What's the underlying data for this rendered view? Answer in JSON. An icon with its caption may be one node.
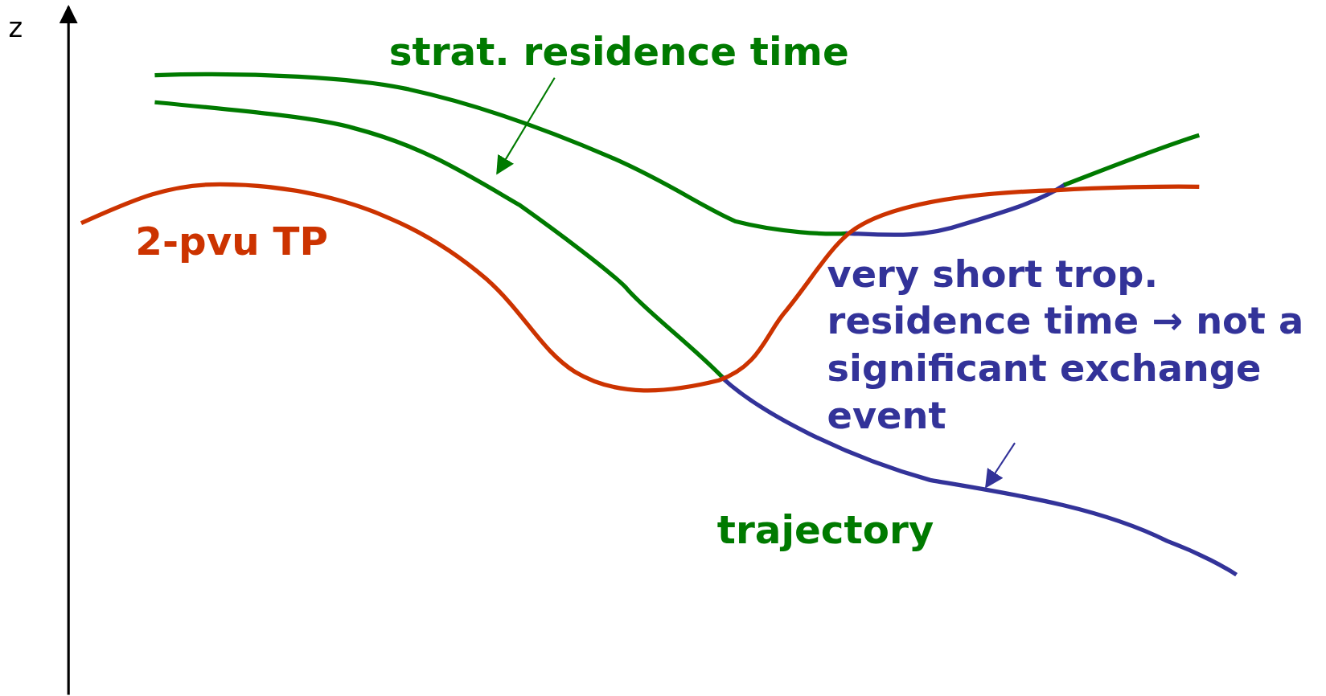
{
  "diagram": {
    "nodes": [
      {
        "text": [
          "strat. residence time"
        ]
      },
      {
        "text": [
          "very short trop. residence time → not a significant exchange event"
        ]
      }
    ],
    "edges": [
      {
        "from": 0,
        "to": null,
        "arrow": "to"
      },
      {
        "from": 1,
        "to": null,
        "arrow": "to",
        "color": "#333399"
      }
    ],
    "labels": [
      "z",
      "2-pvu TP",
      "trajectory"
    ]
  }
}
